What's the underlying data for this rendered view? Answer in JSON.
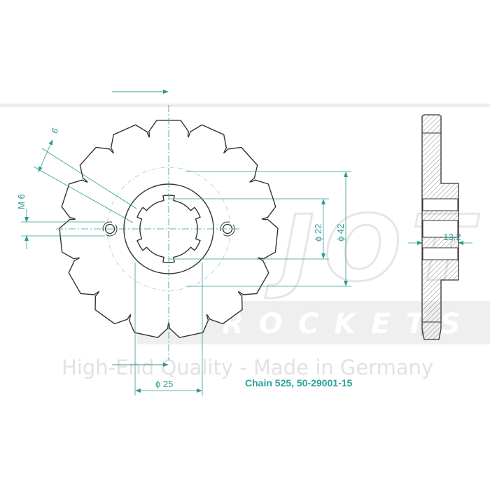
{
  "watermark": {
    "brand": "ESJOT",
    "sub": "SPROCKETS",
    "tagline": "High-End Quality - Made in Germany"
  },
  "dimensions": {
    "slot": "6",
    "bolt_thread": "M 6",
    "spline_diameter": "ϕ 22",
    "pitch_diameter": "ϕ 42",
    "hub_diameter": "ϕ 25",
    "width": "13,2"
  },
  "caption": "Chain 525, 50-29001-15",
  "part": {
    "teeth": 15
  },
  "colors": {
    "outline": "#333333",
    "dimension": "#2e9a92",
    "caption": "#2aa198",
    "watermark": "#ececec"
  }
}
